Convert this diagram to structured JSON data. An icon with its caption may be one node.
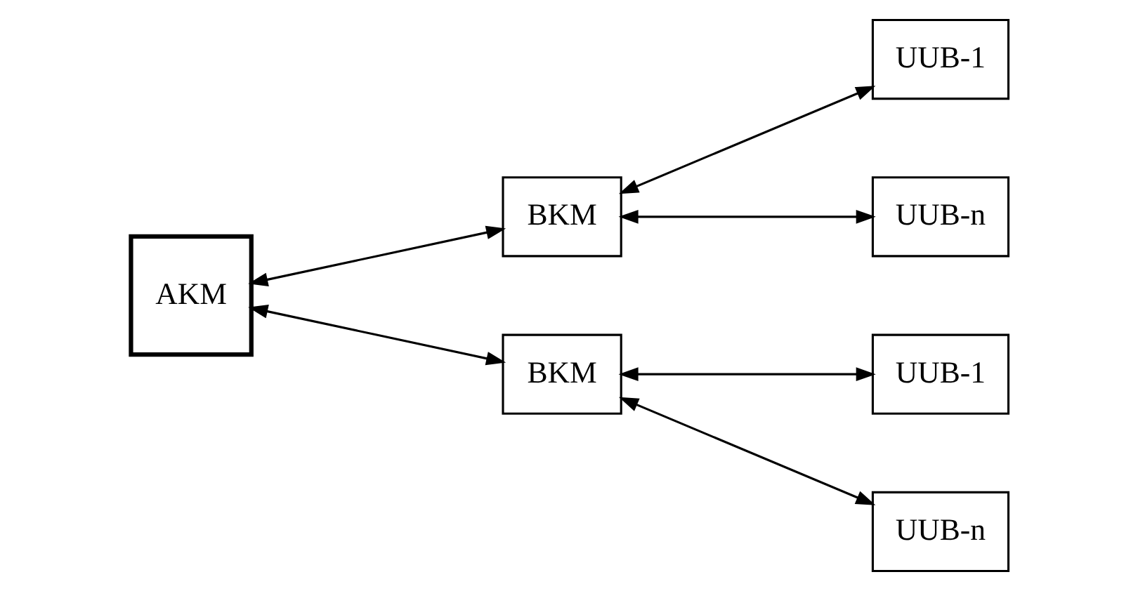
{
  "diagram": {
    "nodes": [
      {
        "text": [
          "AKM"
        ]
      },
      {
        "text": [
          "BKM"
        ]
      },
      {
        "text": [
          "UUB-1"
        ]
      },
      {
        "text": [
          "UUB-n"
        ]
      },
      {
        "text": [
          "BKM"
        ]
      },
      {
        "text": [
          "UUB-1"
        ]
      },
      {
        "text": [
          "UUB-n"
        ]
      }
    ],
    "edges": [
      {
        "from": 0,
        "to": 1,
        "arrow": "both"
      },
      {
        "from": 1,
        "to": 2,
        "arrow": "both"
      },
      {
        "from": 1,
        "to": 3,
        "arrow": "both"
      },
      {
        "from": 0,
        "to": 4,
        "arrow": "both"
      },
      {
        "from": 4,
        "to": 5,
        "arrow": "both"
      },
      {
        "from": 4,
        "to": 6,
        "arrow": "both"
      }
    ]
  }
}
